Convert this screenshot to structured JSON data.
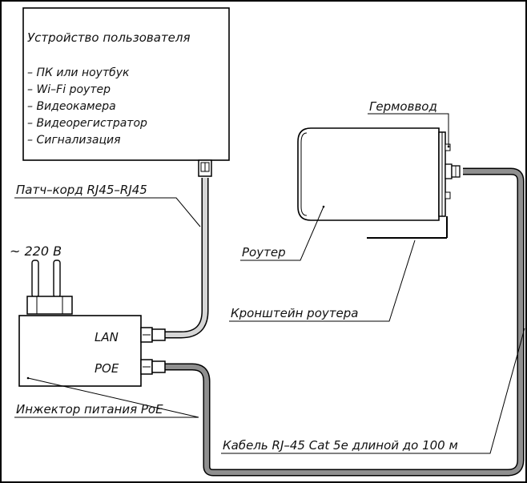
{
  "device_box": {
    "title": "Устройство пользователя",
    "items": [
      "– ПК или ноутбук",
      "– Wi–Fi роутер",
      "– Видеокамера",
      "– Видеорегистратор",
      "– Сигнализация"
    ]
  },
  "labels": {
    "patch_cord": "Патч–корд RJ45–RJ45",
    "voltage": "~ 220 В",
    "lan_port": "LAN",
    "poe_port": "POE",
    "injector": "Инжектор питания PoE",
    "cable": "Кабель RJ–45 Cat 5e длиной до 100 м",
    "router": "Роутер",
    "bracket": "Кронштейн роутера",
    "gland": "Гермоввод"
  }
}
